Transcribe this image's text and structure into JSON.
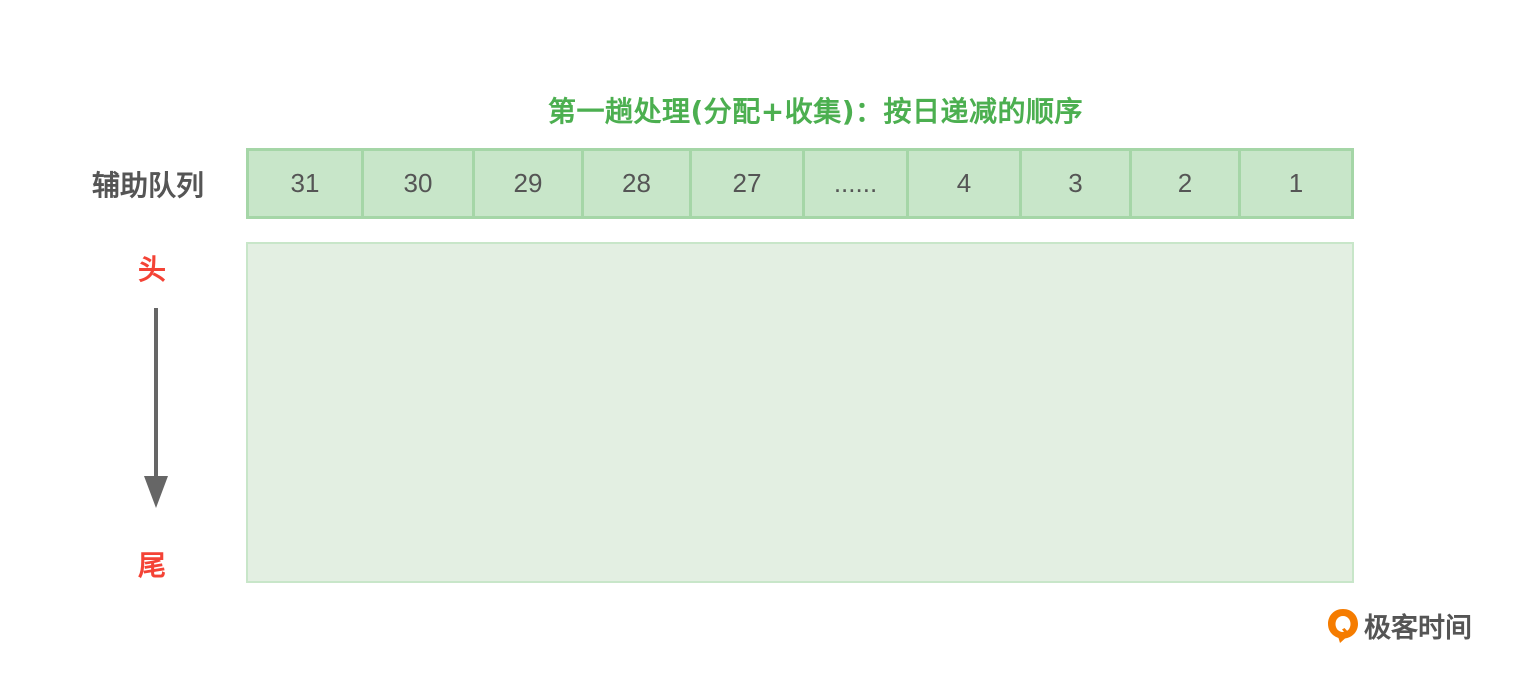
{
  "title": "第一趟处理(分配+收集)：按日递减的顺序",
  "queue": {
    "label": "辅助队列",
    "cells": [
      "31",
      "30",
      "29",
      "28",
      "27",
      "......",
      "4",
      "3",
      "2",
      "1"
    ]
  },
  "direction": {
    "head": "头",
    "tail": "尾"
  },
  "logo": {
    "text": "极客时间"
  },
  "colors": {
    "title": "#4caf50",
    "cell_fill": "#c8e6c9",
    "cell_border": "#a5d6a7",
    "area_fill": "#e3efe2",
    "head_tail": "#f44336",
    "arrow": "#666666",
    "logo_accent": "#f57c00"
  }
}
